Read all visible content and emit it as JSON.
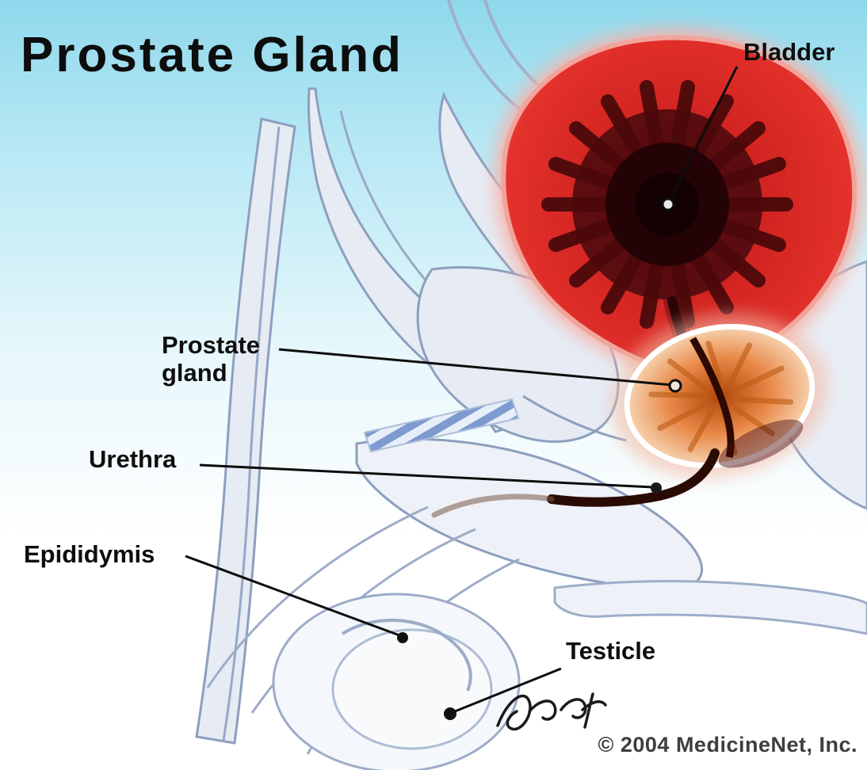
{
  "title": "Prostate Gland",
  "labels": {
    "bladder": "Bladder",
    "prostate_line1": "Prostate",
    "prostate_line2": "gland",
    "urethra": "Urethra",
    "epididymis": "Epididymis",
    "testicle": "Testicle"
  },
  "copyright": "© 2004 MedicineNet, Inc.",
  "colors": {
    "background_top_blue": "#8fd8ec",
    "background_bottom": "#ffffff",
    "bladder_red": "#e3312b",
    "bladder_interior_dark": "#240306",
    "prostate_orange": "#e98a4a",
    "pale_structure": "#e6ebf4",
    "structure_outline": "#8d9fbe",
    "hatch_blue": "#7d9bd0",
    "label_text": "#0e0e0e",
    "copyright_text": "#3e3e3e"
  }
}
